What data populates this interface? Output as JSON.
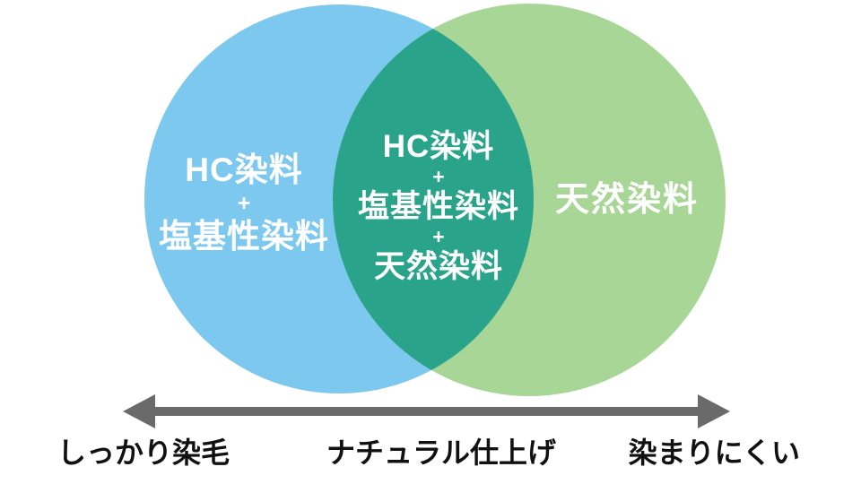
{
  "diagram": {
    "left_circle": {
      "color": "#7DC8EF",
      "label_lines": [
        "HC染料",
        "+",
        "塩基性染料"
      ]
    },
    "overlap": {
      "color": "#2AA38B",
      "label_lines": [
        "HC染料",
        "+",
        "塩基性染料",
        "+",
        "天然染料"
      ]
    },
    "right_circle": {
      "color": "#A8D696",
      "label": "天然染料"
    }
  },
  "axis": {
    "arrow_color": "#6A6A6A",
    "left_label": "しっかり染毛",
    "center_label": "ナチュラル仕上げ",
    "right_label": "染まりにくい"
  }
}
